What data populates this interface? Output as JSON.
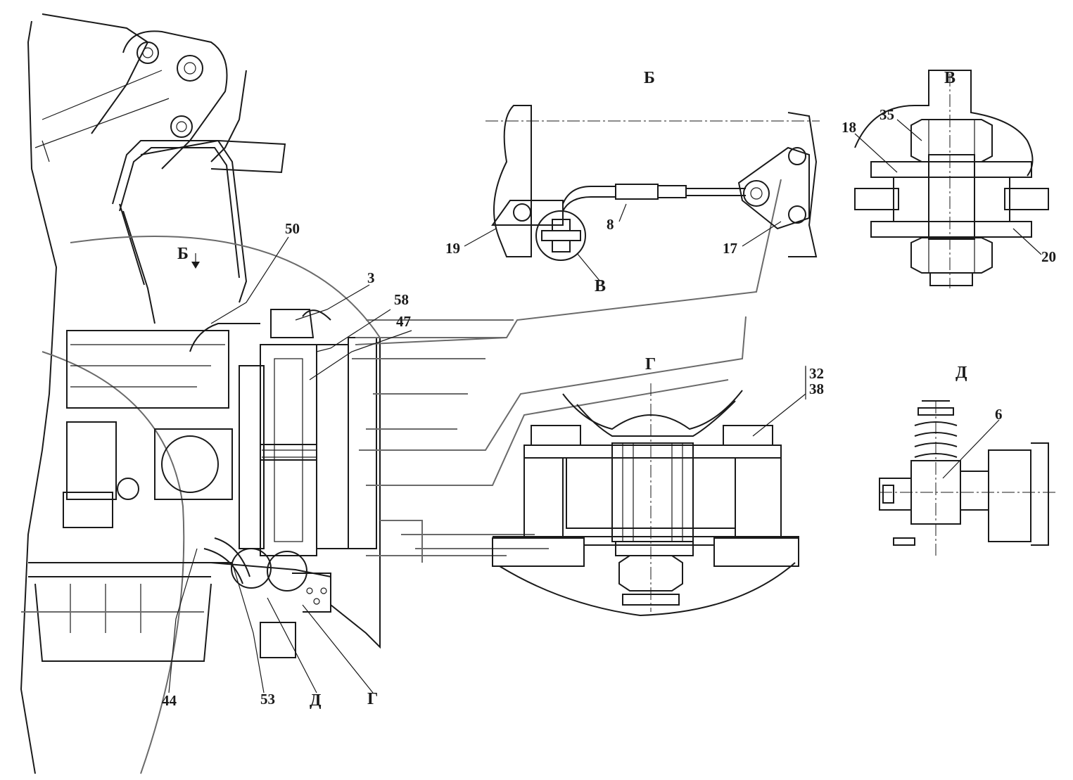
{
  "views": {
    "B": "Б",
    "V": "В",
    "G": "Г",
    "D": "Д",
    "B_arrow": "Б"
  },
  "callouts": {
    "c50": "50",
    "c3": "3",
    "c58": "58",
    "c47": "47",
    "c44": "44",
    "c53": "53",
    "cD": "Д",
    "cG": "Г",
    "c19": "19",
    "c8": "8",
    "c17": "17",
    "cV": "В",
    "c18": "18",
    "c35": "35",
    "c20": "20",
    "c32": "32",
    "c38": "38",
    "c6": "6"
  }
}
